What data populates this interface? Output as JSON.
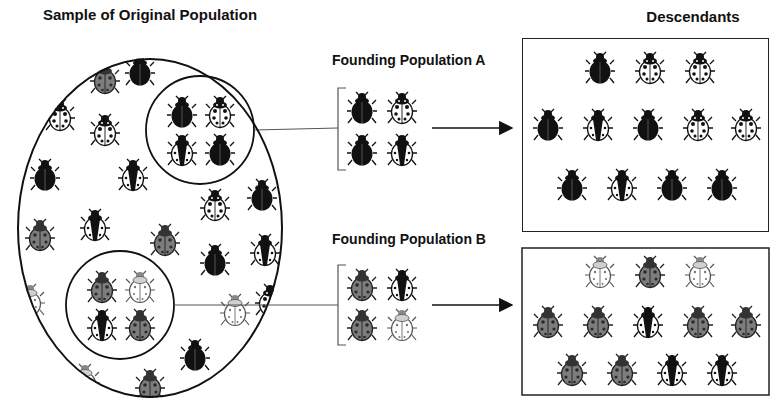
{
  "diagram": {
    "nodes": [
      {
        "text": [
          "Sample of Original Population"
        ]
      },
      {
        "text": [
          "Descendants"
        ]
      }
    ],
    "labels": [
      "Founding Population A",
      "Founding Population B"
    ]
  }
}
